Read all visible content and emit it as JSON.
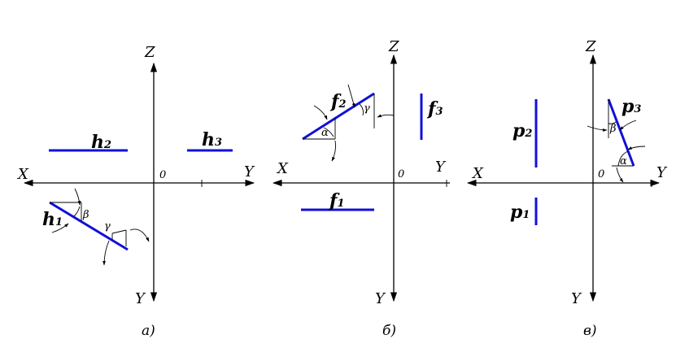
{
  "axes": {
    "x": "X",
    "y": "Y",
    "z": "Z",
    "origin": "0"
  },
  "panels": [
    {
      "caption": "а)",
      "lines": [
        {
          "name": "h",
          "sub": "2"
        },
        {
          "name": "h",
          "sub": "3"
        },
        {
          "name": "h",
          "sub": "1"
        }
      ],
      "angles": {
        "beta": "β",
        "gamma": "γ"
      }
    },
    {
      "caption": "б)",
      "lines": [
        {
          "name": "f",
          "sub": "2"
        },
        {
          "name": "f",
          "sub": "3"
        },
        {
          "name": "f",
          "sub": "1"
        }
      ],
      "angles": {
        "alpha": "α",
        "gamma": "γ"
      }
    },
    {
      "caption": "в)",
      "lines": [
        {
          "name": "p",
          "sub": "2"
        },
        {
          "name": "p",
          "sub": "3"
        },
        {
          "name": "p",
          "sub": "1"
        }
      ],
      "angles": {
        "alpha": "α",
        "beta": "β"
      }
    }
  ]
}
